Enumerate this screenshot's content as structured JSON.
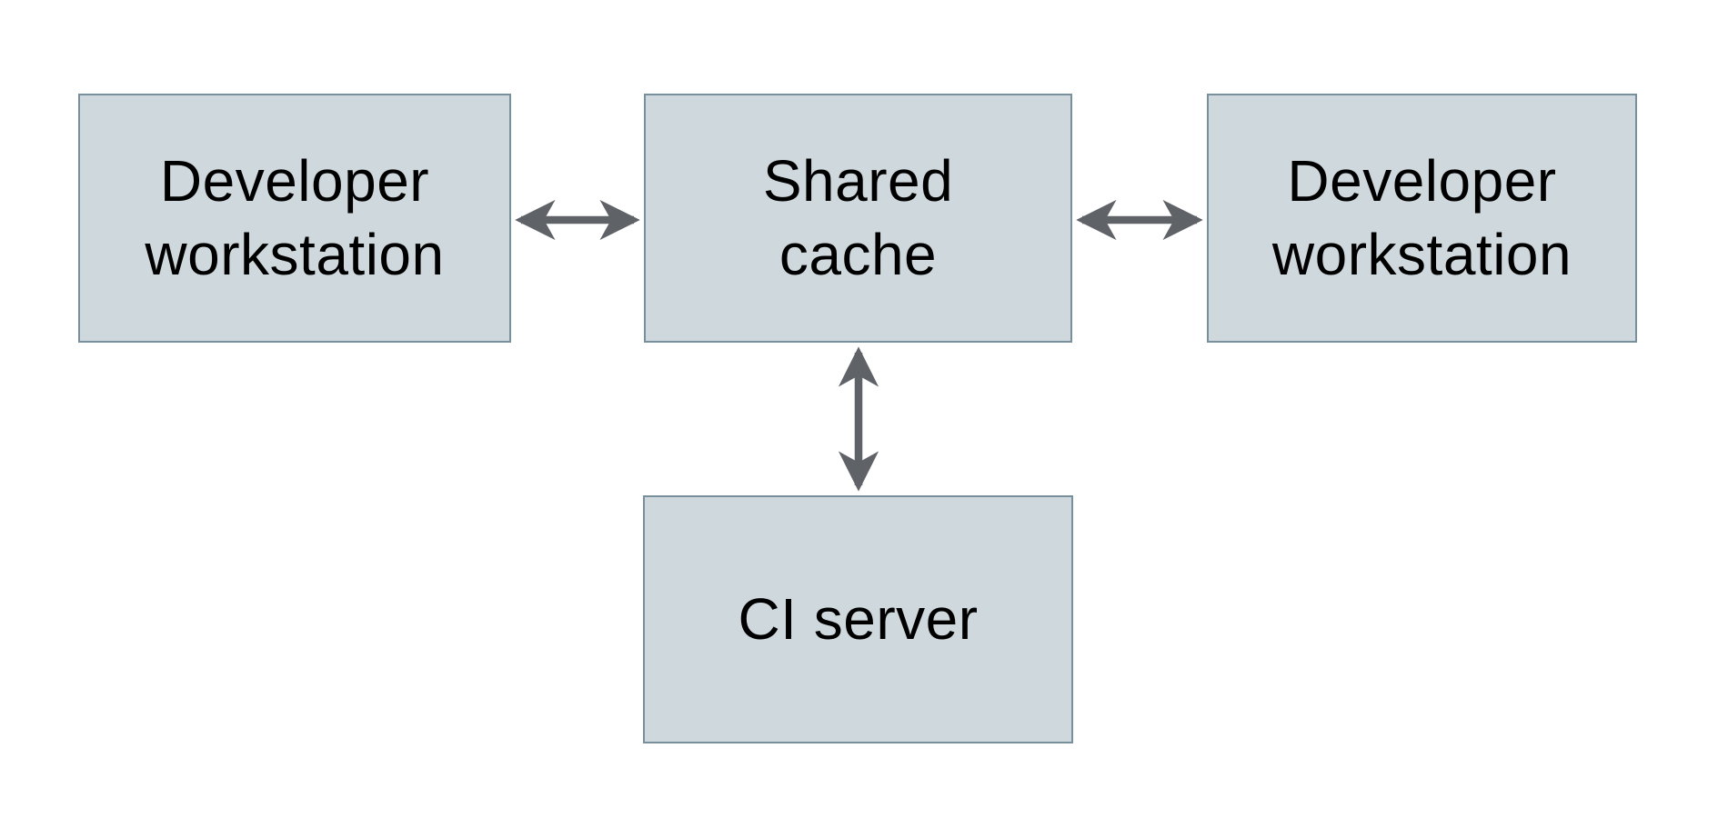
{
  "page": {
    "background": "#ffffff"
  },
  "diagram": {
    "nodes": {
      "left_workstation": {
        "label": "Developer workstation",
        "line1": "Developer",
        "line2": "workstation"
      },
      "shared_cache": {
        "label": "Shared cache",
        "line1": "Shared",
        "line2": "cache"
      },
      "right_workstation": {
        "label": "Developer workstation",
        "line1": "Developer",
        "line2": "workstation"
      },
      "ci_server": {
        "label": "CI server",
        "line1": "CI server"
      }
    },
    "edges": [
      {
        "from": "Developer workstation (left)",
        "to": "Shared cache",
        "type": "bidirectional",
        "orientation": "horizontal"
      },
      {
        "from": "Shared cache",
        "to": "Developer workstation (right)",
        "type": "bidirectional",
        "orientation": "horizontal"
      },
      {
        "from": "Shared cache",
        "to": "CI server",
        "type": "bidirectional",
        "orientation": "vertical"
      }
    ],
    "colors": {
      "node_fill": "#cfd8dc",
      "node_border": "#78909c",
      "arrow": "#5f6368",
      "text": "#000000"
    }
  }
}
